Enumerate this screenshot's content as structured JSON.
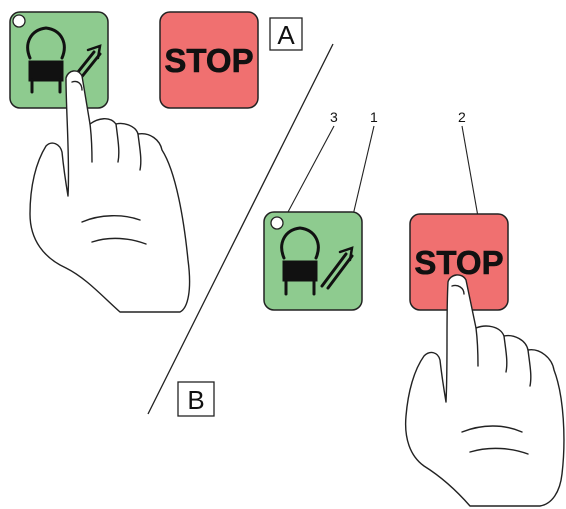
{
  "colors": {
    "green_button": "#8ecb8f",
    "red_button": "#f07070",
    "outline": "#222222",
    "background": "#ffffff"
  },
  "panel_a": {
    "label": "A",
    "start_button_icon": "machine-start-icon",
    "stop_button_label": "STOP"
  },
  "panel_b": {
    "label": "B",
    "start_button_icon": "machine-start-icon",
    "stop_button_label": "STOP"
  },
  "callouts": {
    "c1": "1",
    "c2": "2",
    "c3": "3"
  }
}
